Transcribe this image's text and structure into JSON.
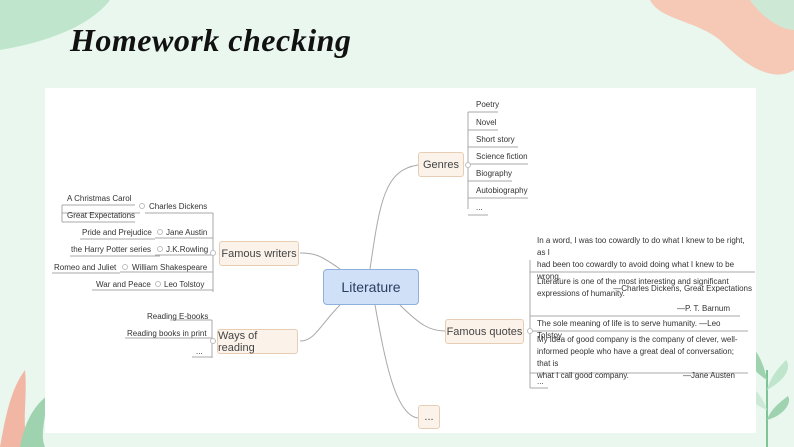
{
  "title": "Homework checking",
  "root": "Literature",
  "genres": {
    "label": "Genres",
    "items": [
      "Poetry",
      "Novel",
      "Short story",
      "Science fiction",
      "Biography",
      "Autobiography",
      "..."
    ]
  },
  "writers": {
    "label": "Famous writers",
    "authors": [
      "Charles Dickens",
      "Jane Austin",
      "J.K.Rowling",
      "William Shakespeare",
      "Leo Tolstoy"
    ],
    "works": [
      "A Christmas  Carol",
      "Great Expectations",
      "Pride and Prejudice",
      "the Harry Potter series",
      "Romeo and Juliet",
      "War and Peace"
    ]
  },
  "reading": {
    "label": "Ways of reading",
    "items": [
      "Reading E-books",
      "Reading books in print",
      "..."
    ]
  },
  "quotes": {
    "label": "Famous quotes",
    "q1_line1": "In a word, I was too cowardly to do what I knew to be right, as I",
    "q1_line2": "had been too cowardly to avoid doing what I knew to be wrong.",
    "q1_line3": "—Charles Dickens, Great Expectations",
    "q2_line1": "Literature is one of the most interesting and significant",
    "q2_line2": "expressions of humanity.",
    "q2_line3": "—P. T. Barnum",
    "q3_line1": "The sole meaning of life is to serve humanity.  —Leo Tolstoy",
    "q4_line1": "My idea of good company is the company of clever, well-",
    "q4_line2": "informed people who have a great deal of conversation; that is",
    "q4_line3": "what I call good company.",
    "q4_author": "—Jane Austen",
    "more": "..."
  },
  "more": "...",
  "colors": {
    "root_fill": "#cfe0f7",
    "node_fill": "#fbf3ea",
    "background": "#e9f7ef"
  }
}
